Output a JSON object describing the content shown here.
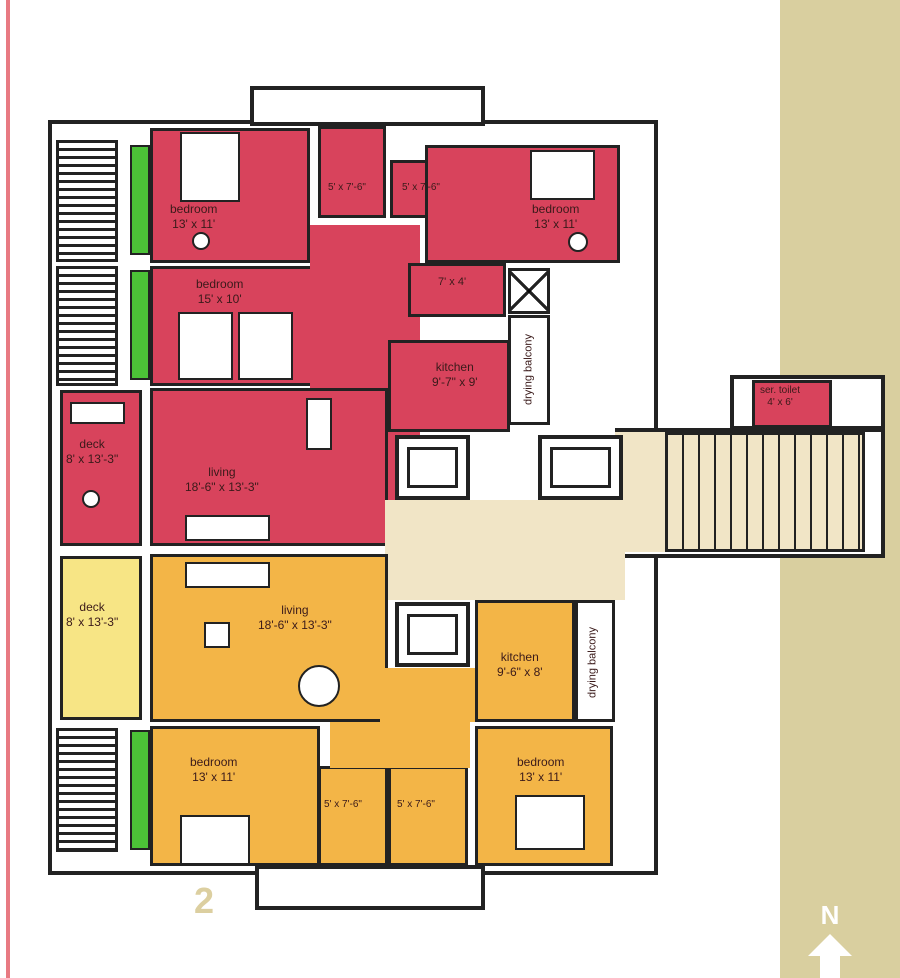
{
  "plan_number": "2",
  "north_label": "N",
  "colors": {
    "upper_unit": "#d8435c",
    "lower_unit": "#f3b547",
    "common": "#f1e5c6",
    "deck_lower": "#f7e585",
    "side_strip": "#d9cf9f"
  },
  "upper_unit": {
    "bedroom_left": {
      "name": "bedroom",
      "size": "13' x 11'"
    },
    "bath_1": {
      "size": "5' x 7'-6\""
    },
    "bath_2": {
      "size": "5' x 7'-6\""
    },
    "bedroom_right": {
      "name": "bedroom",
      "size": "13' x 11'"
    },
    "bedroom_middle": {
      "name": "bedroom",
      "size": "15' x 10'"
    },
    "toilet": {
      "size": "7' x 4'"
    },
    "kitchen": {
      "name": "kitchen",
      "size": "9'-7\" x 9'"
    },
    "drying_balcony": {
      "name": "drying balcony"
    },
    "deck": {
      "name": "deck",
      "size": "8' x 13'-3\""
    },
    "living": {
      "name": "living",
      "size": "18'-6\" x 13'-3\""
    }
  },
  "service_toilet": {
    "name": "ser. toilet",
    "size": "4' x 6'"
  },
  "lower_unit": {
    "deck": {
      "name": "deck",
      "size": "8' x 13'-3\""
    },
    "living": {
      "name": "living",
      "size": "18'-6\" x 13'-3\""
    },
    "kitchen": {
      "name": "kitchen",
      "size": "9'-6\" x 8'"
    },
    "drying_balcony": {
      "name": "drying balcony"
    },
    "bedroom_left": {
      "name": "bedroom",
      "size": "13' x 11'"
    },
    "bath_1": {
      "size": "5' x 7'-6\""
    },
    "bath_2": {
      "size": "5' x 7'-6\""
    },
    "bedroom_right": {
      "name": "bedroom",
      "size": "13' x 11'"
    }
  }
}
